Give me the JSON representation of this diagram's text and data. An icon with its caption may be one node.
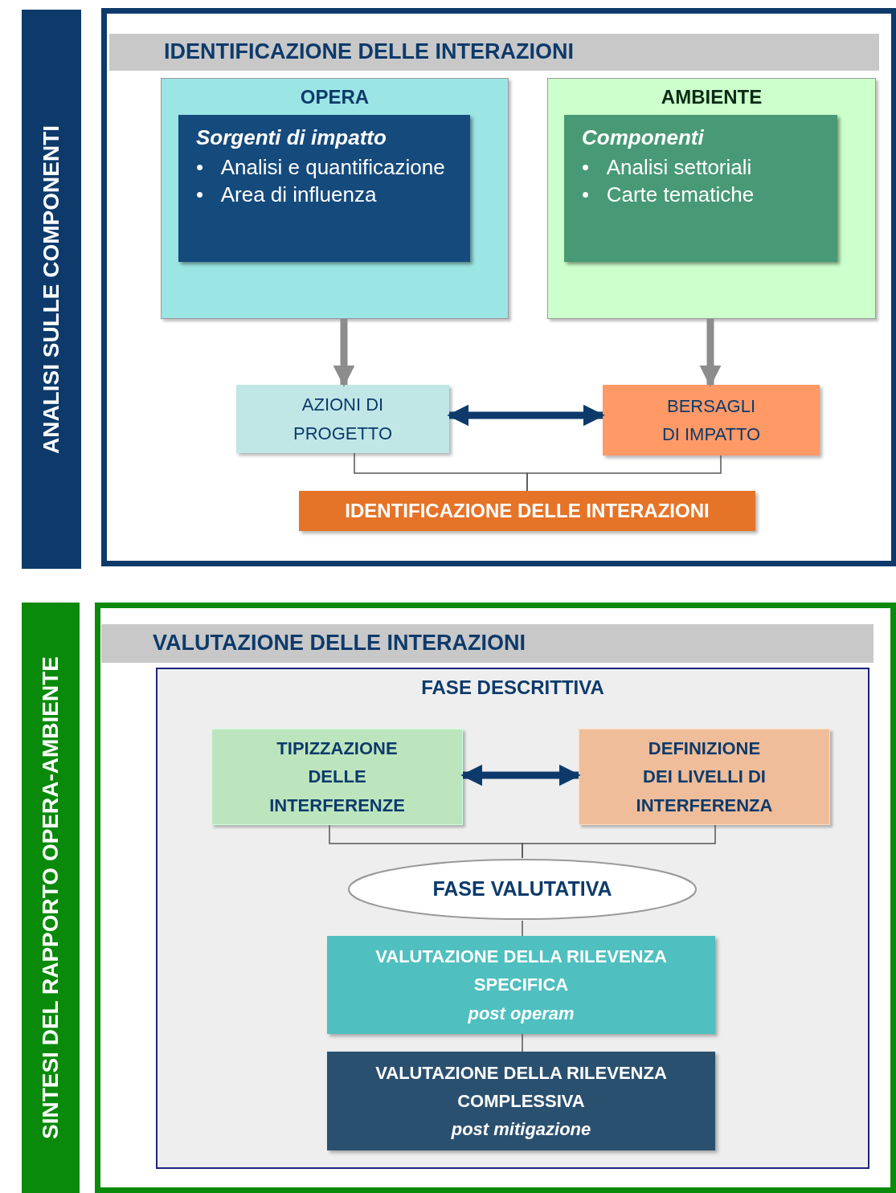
{
  "diagram": {
    "nodes": [
      {
        "text": [
          "ANALISI SULLE COMPONENTI"
        ]
      },
      {
        "text": [],
        "shape": "box"
      },
      {
        "text": [
          "IDENTIFICAZIONE DELLE INTERAZIONI"
        ],
        "in": 1
      },
      {
        "text": [
          "OPERA"
        ],
        "in": 1
      },
      {
        "text": [
          "Sorgenti di impatto",
          "•\tAnalisi e quantificazione",
          "•\tArea di influenza"
        ],
        "in": 3
      },
      {
        "text": [
          "AMBIENTE"
        ],
        "in": 1
      },
      {
        "text": [
          "Componenti",
          "•\tAnalisi settoriali",
          "•\tCarte tematiche"
        ],
        "in": 5
      },
      {
        "text": [
          "AZIONI DI PROGETTO"
        ],
        "in": 1
      },
      {
        "text": [
          "BERSAGLI DI IMPATTO"
        ],
        "in": 1
      },
      {
        "text": [
          "IDENTIFICAZIONE DELLE INTERAZIONI"
        ],
        "in": 1
      },
      {
        "text": [
          "SINTESI DEL RAPPORTO OPERA-AMBIENTE"
        ]
      },
      {
        "text": [],
        "shape": "box"
      },
      {
        "text": [
          "VALUTAZIONE DELLE INTERAZIONI"
        ],
        "in": 11
      },
      {
        "text": [
          "FASE DESCRITTIVA"
        ],
        "in": 11
      },
      {
        "text": [
          "TIPIZZAZIONE DELLE INTERFERENZE"
        ],
        "in": 13
      },
      {
        "text": [
          "DEFINIZIONE DEI LIVELLI DI INTERFERENZA"
        ],
        "in": 13
      },
      {
        "text": [
          "FASE VALUTATIVA"
        ],
        "in": 13
      },
      {
        "text": [
          "VALUTAZIONE DELLA RILEVENZA SPECIFICA",
          "post operam"
        ],
        "in": 13
      },
      {
        "text": [
          "VALUTAZIONE DELLA RILEVENZA COMPLESSIVA",
          "post mitigazione"
        ],
        "in": 13
      }
    ],
    "edges": [
      {
        "from": 3,
        "to": 7,
        "arrow": "to",
        "style": "thick",
        "color": "#8c8c8c"
      },
      {
        "from": 5,
        "to": 8,
        "arrow": "to",
        "style": "thick",
        "color": "#8c8c8c"
      },
      {
        "from": 7,
        "to": 8,
        "arrow": "both",
        "style": "thick",
        "color": "#0d3a6b"
      },
      {
        "from": 7,
        "to": 9,
        "arrow": "none"
      },
      {
        "from": 8,
        "to": 9,
        "arrow": "none"
      },
      {
        "from": 14,
        "to": 15,
        "arrow": "both",
        "style": "thick",
        "color": "#0d3a6b"
      },
      {
        "from": 14,
        "to": 16,
        "arrow": "none"
      },
      {
        "from": 15,
        "to": 16,
        "arrow": "none"
      },
      {
        "from": 16,
        "to": 17,
        "arrow": "none"
      },
      {
        "from": 17,
        "to": 18,
        "arrow": "none"
      }
    ]
  }
}
